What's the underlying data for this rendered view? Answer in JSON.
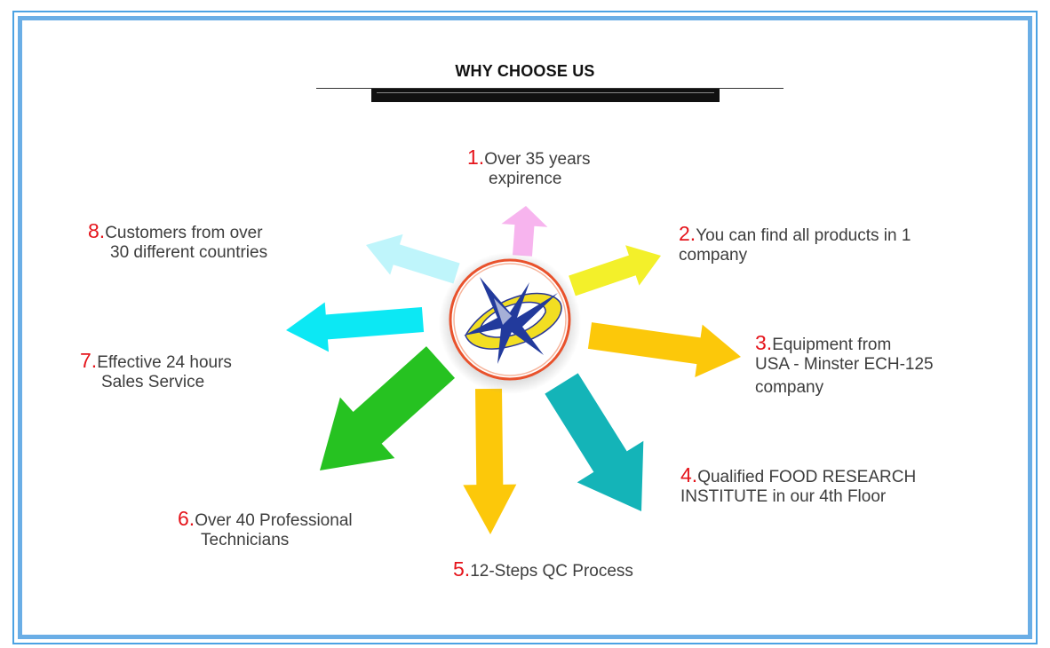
{
  "title": "WHY CHOOSE US",
  "colors": {
    "frame": "#5aa8e6",
    "number": "#e5141b",
    "text": "#3d3d3d",
    "arrow_pink": "#f7b4ee",
    "arrow_yellow_green": "#f3f02a",
    "arrow_gold": "#fcc80a",
    "arrow_teal": "#14b4b8",
    "arrow_gold_down": "#fcc80a",
    "arrow_green": "#26c221",
    "arrow_cyan": "#0ce8f4",
    "arrow_light_cyan": "#bff5fb"
  },
  "logo": "company-logo-icon",
  "items": [
    {
      "num": "1.",
      "line1": "Over 35 years",
      "line2": "expirence"
    },
    {
      "num": "2.",
      "line1": "You can find all products in 1",
      "line2": "company"
    },
    {
      "num": "3.",
      "line1": "Equipment from",
      "line2": "USA - Minster ECH-125",
      "line3": "company"
    },
    {
      "num": "4.",
      "line1": "Qualified FOOD RESEARCH",
      "line2": "INSTITUTE in our 4th Floor"
    },
    {
      "num": "5.",
      "line1": "12-Steps QC Process"
    },
    {
      "num": "6.",
      "line1": "Over 40 Professional",
      "line2": "Technicians"
    },
    {
      "num": "7.",
      "line1": "Effective 24 hours",
      "line2": "Sales Service"
    },
    {
      "num": "8.",
      "line1": "Customers from over",
      "line2": "30 different countries"
    }
  ]
}
